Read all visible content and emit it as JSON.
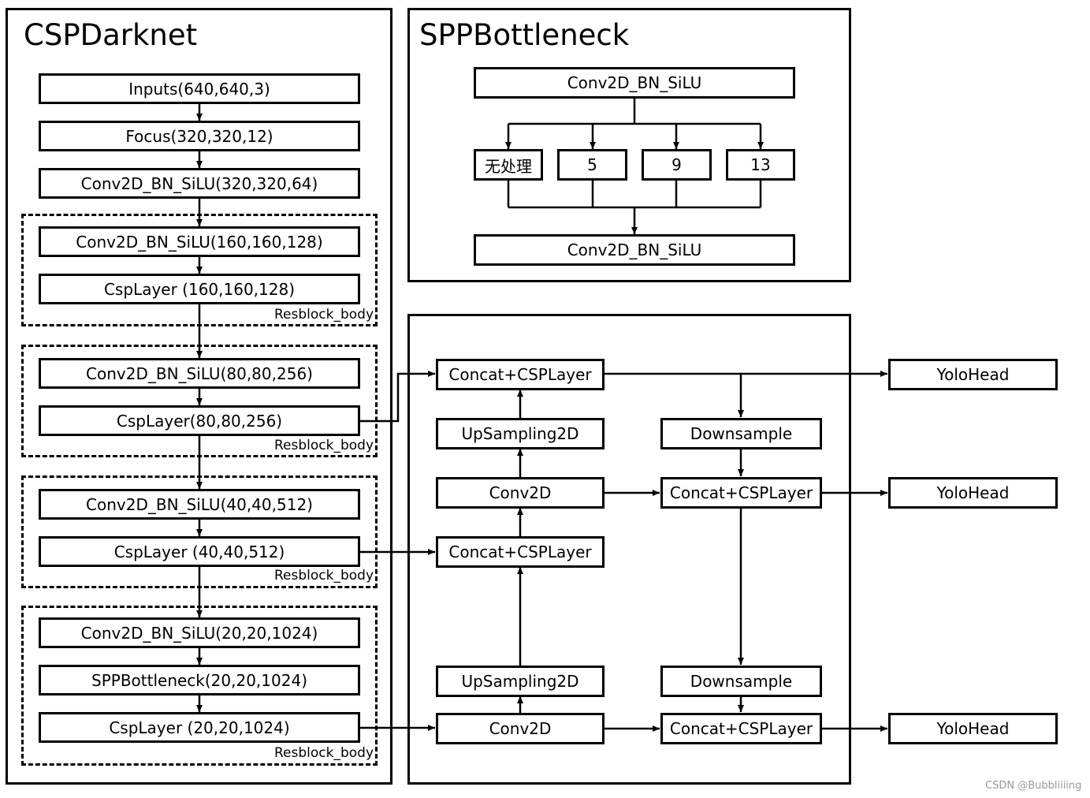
{
  "darknet": {
    "title": "CSPDarknet",
    "inputs": "Inputs(640,640,3)",
    "focus": "Focus(320,320,12)",
    "conv_stem": "Conv2D_BN_SiLU(320,320,64)",
    "block1": {
      "conv": "Conv2D_BN_SiLU(160,160,128)",
      "csp": "CspLayer (160,160,128)",
      "label": "Resblock_body"
    },
    "block2": {
      "conv": "Conv2D_BN_SiLU(80,80,256)",
      "csp": "CspLayer(80,80,256)",
      "label": "Resblock_body"
    },
    "block3": {
      "conv": "Conv2D_BN_SiLU(40,40,512)",
      "csp": "CspLayer (40,40,512)",
      "label": "Resblock_body"
    },
    "block4": {
      "conv": "Conv2D_BN_SiLU(20,20,1024)",
      "spp": "SPPBottleneck(20,20,1024)",
      "csp": "CspLayer (20,20,1024)",
      "label": "Resblock_body"
    }
  },
  "spp": {
    "title": "SPPBottleneck",
    "top": "Conv2D_BN_SiLU",
    "branches": [
      "无处理",
      "5",
      "9",
      "13"
    ],
    "bottom": "Conv2D_BN_SiLU"
  },
  "fpn": {
    "concat_top": "Concat+CSPLayer",
    "upsample_1": "UpSampling2D",
    "conv_mid": "Conv2D",
    "concat_mid": "Concat+CSPLayer",
    "upsample_2": "UpSampling2D",
    "conv_bottom": "Conv2D",
    "downsample_1": "Downsample",
    "concat_right_mid": "Concat+CSPLayer",
    "downsample_2": "Downsample",
    "concat_right_bottom": "Concat+CSPLayer",
    "heads": [
      "YoloHead",
      "YoloHead",
      "YoloHead"
    ]
  },
  "watermark": "CSDN @Bubbliiiing"
}
